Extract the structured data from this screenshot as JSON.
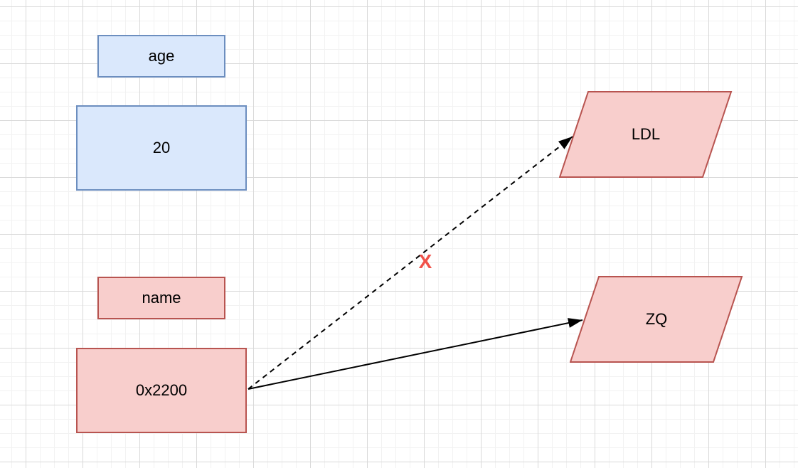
{
  "diagram": {
    "nodes": [
      {
        "id": "age-label",
        "label": "age",
        "shape": "rectangle",
        "color_scheme": "blue"
      },
      {
        "id": "age-value",
        "label": "20",
        "shape": "rectangle",
        "color_scheme": "blue"
      },
      {
        "id": "name-label",
        "label": "name",
        "shape": "rectangle",
        "color_scheme": "red"
      },
      {
        "id": "name-value",
        "label": "0x2200",
        "shape": "rectangle",
        "color_scheme": "red"
      },
      {
        "id": "ldl",
        "label": "LDL",
        "shape": "parallelogram",
        "color_scheme": "red"
      },
      {
        "id": "zq",
        "label": "ZQ",
        "shape": "parallelogram",
        "color_scheme": "red"
      }
    ],
    "edges": [
      {
        "id": "dashed-arrow",
        "from": "0x2200",
        "to": "LDL",
        "style": "dashed",
        "label": "X"
      },
      {
        "id": "solid-arrow",
        "from": "0x2200",
        "to": "ZQ",
        "style": "solid",
        "label": ""
      }
    ],
    "colors": {
      "canvas-bg": "#ffffff",
      "grid-minor": "#f2f2f2",
      "grid-major": "#d9d9d9",
      "blue-fill": "#dae8fc",
      "blue-stroke": "#6c8ebf",
      "red-fill": "#f8cecc",
      "red-stroke": "#b85450",
      "arrow": "#000000",
      "invalid-x": "#f0524a"
    }
  }
}
